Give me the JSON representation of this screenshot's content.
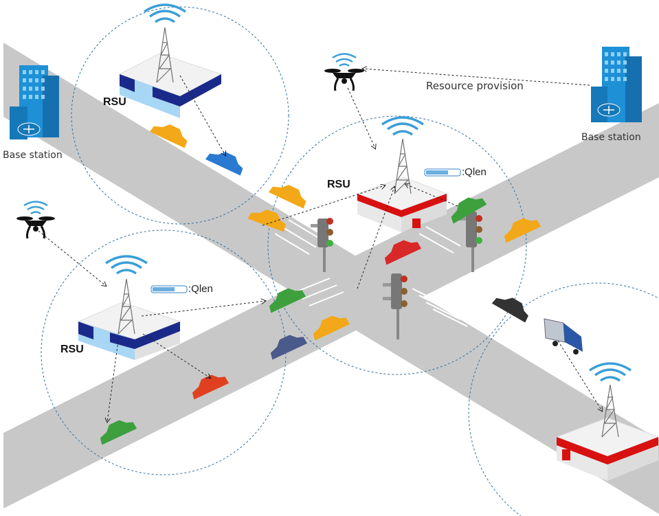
{
  "labels": {
    "base_station_left": "Base station",
    "base_station_right": "Base station",
    "resource_provision": "Resource provision",
    "rsu_top_left": "RSU",
    "rsu_center": "RSU",
    "rsu_bottom_left": "RSU",
    "qlen_center": ":Qlen",
    "qlen_bottom_left": ":Qlen"
  },
  "colors": {
    "road": "#c8c8c8",
    "crossing": "#ffffff",
    "circle": "#2f6f9f",
    "tower": "#707070",
    "signal_arc": "#3a9fd8",
    "rsu_blue": "#1a2a8a",
    "rsu_red": "#d81010",
    "building": "#1e90d6"
  },
  "icons": [
    "building-icon",
    "router-icon",
    "drone-icon",
    "tower-icon",
    "car-icon",
    "truck-icon",
    "traffic-light-icon",
    "queue-bar-icon"
  ]
}
